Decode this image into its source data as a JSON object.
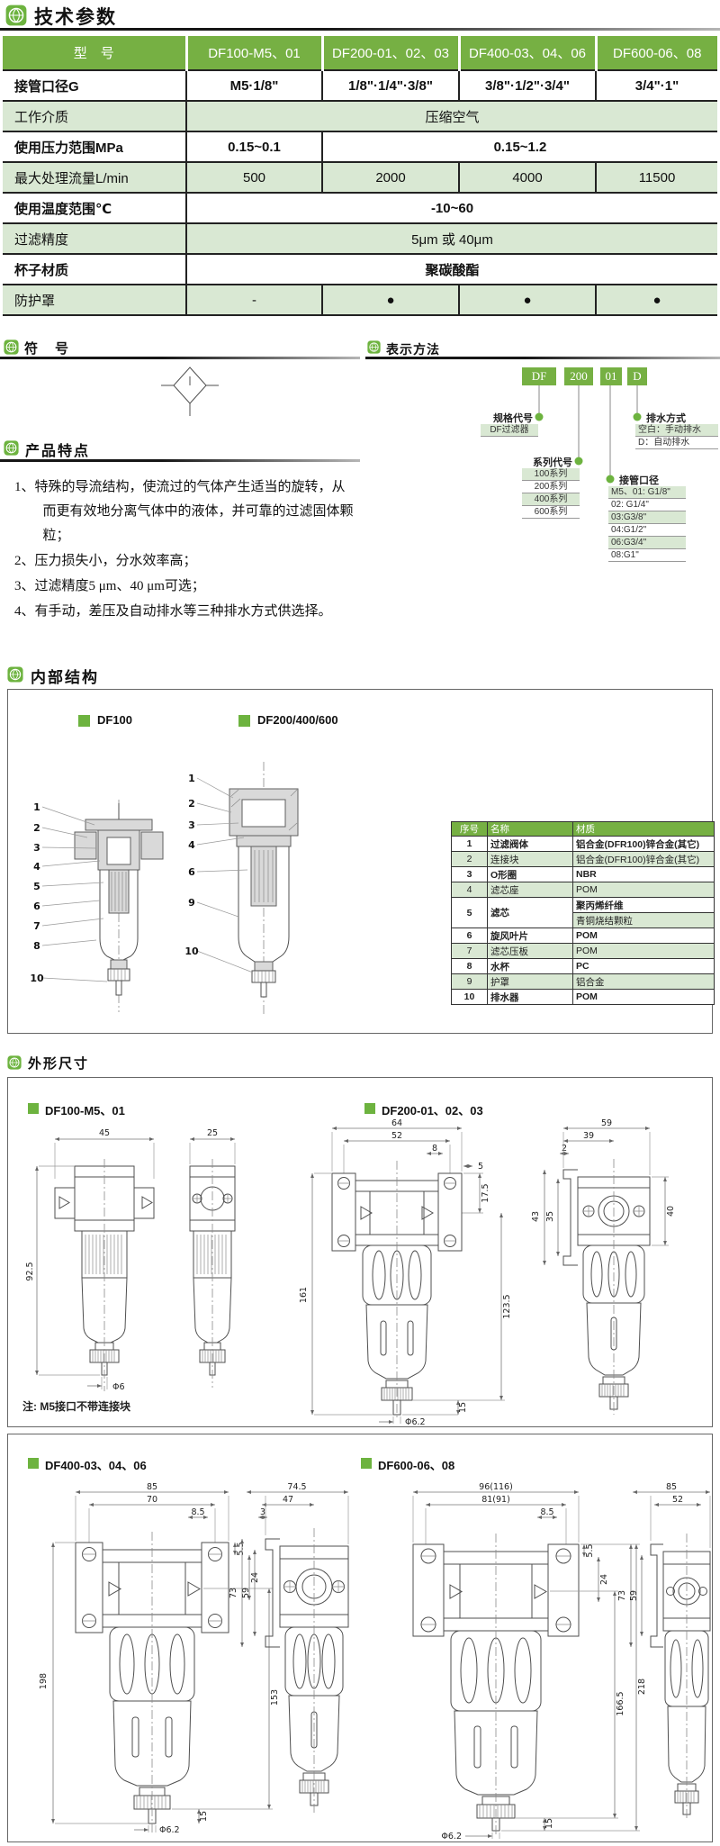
{
  "headers": {
    "tech": "技术参数",
    "symbol": "符　号",
    "ordering": "表示方法",
    "features": "产品特点",
    "internal": "内部结构",
    "dimensions": "外形尺寸"
  },
  "spec_table": {
    "header": [
      "型　号",
      "DF100-M5、01",
      "DF200-01、02、03",
      "DF400-03、04、06",
      "DF600-06、08"
    ],
    "rows": [
      {
        "label": "接管口径G",
        "cells": [
          "M5·1/8\"",
          "1/8\"·1/4\"·3/8\"",
          "3/8\"·1/2\"·3/4\"",
          "3/4\"·1\""
        ]
      },
      {
        "label": "工作介质",
        "span": "压缩空气"
      },
      {
        "label": "使用压力范围MPa",
        "first": "0.15~0.1",
        "rest": "0.15~1.2"
      },
      {
        "label": "最大处理流量L/min",
        "cells": [
          "500",
          "2000",
          "4000",
          "11500"
        ]
      },
      {
        "label": "使用温度范围℃",
        "span": "-10~60"
      },
      {
        "label": "过滤精度",
        "span": "5μm 或 40μm"
      },
      {
        "label": "杯子材质",
        "span": "聚碳酸酯"
      },
      {
        "label": "防护罩",
        "cells": [
          "-",
          "●",
          "●",
          "●"
        ]
      }
    ]
  },
  "ordering": {
    "codes": [
      "DF",
      "200",
      "01",
      "D"
    ],
    "spec_label": "规格代号",
    "spec_item": "DF过滤器",
    "series_label": "系列代号",
    "series_items": [
      "100系列",
      "200系列",
      "400系列",
      "600系列"
    ],
    "port_label": "接管口径",
    "port_items": [
      "M5、01: G1/8\"",
      "02: G1/4\"",
      "03:G3/8\"",
      "04:G1/2\"",
      "06:G3/4\"",
      "08:G1\""
    ],
    "drain_label": "排水方式",
    "drain_items": [
      "空白：手动排水",
      "D：自动排水"
    ]
  },
  "features": {
    "items": [
      "1、特殊的导流结构，使流过的气体产生适当的旋转，从而更有效地分离气体中的液体，并可靠的过滤固体颗粒；",
      "2、压力损失小，分水效率高；",
      "3、过滤精度5 μm、40 μm可选；",
      "4、有手动，差压及自动排水等三种排水方式供选择。"
    ]
  },
  "internal": {
    "df100_label": "DF100",
    "df200_label": "DF200/400/600",
    "df100_callouts": [
      "1",
      "2",
      "3",
      "4",
      "5",
      "6",
      "7",
      "8",
      "10"
    ],
    "df200_callouts": [
      "1",
      "2",
      "3",
      "4",
      "6",
      "9",
      "10"
    ],
    "parts": {
      "header": [
        "序号",
        "名称",
        "材质"
      ],
      "rows": [
        {
          "no": "1",
          "name": "过滤阀体",
          "mat": "铝合金(DFR100)锌合金(其它)"
        },
        {
          "no": "2",
          "name": "连接块",
          "mat": "铝合金(DFR100)锌合金(其它)"
        },
        {
          "no": "3",
          "name": "O形圈",
          "mat": "NBR"
        },
        {
          "no": "4",
          "name": "滤芯座",
          "mat": "POM"
        },
        {
          "no": "5",
          "name": "滤芯",
          "mat": "聚丙烯纤维",
          "mat2": "青铜烧结颗粒"
        },
        {
          "no": "6",
          "name": "旋风叶片",
          "mat": "POM"
        },
        {
          "no": "7",
          "name": "滤芯压板",
          "mat": "POM"
        },
        {
          "no": "8",
          "name": "水杯",
          "mat": "PC"
        },
        {
          "no": "9",
          "name": "护罩",
          "mat": "铝合金"
        },
        {
          "no": "10",
          "name": "排水器",
          "mat": "POM"
        }
      ]
    }
  },
  "dims": {
    "note": "注: M5接口不带连接块",
    "df100": {
      "label": "DF100-M5、01",
      "front_w": "45",
      "side_w": "25",
      "h": "92.5",
      "drain": "Φ6"
    },
    "df200": {
      "label": "DF200-01、02、03",
      "w1": "64",
      "w2": "52",
      "w3": "8",
      "g1": "5",
      "g2": "17.5",
      "h1": "161",
      "h2": "123.5",
      "b1": "15",
      "drain": "Φ6.2",
      "sw1": "59",
      "sw2": "39",
      "sw3": "2",
      "sh1": "43",
      "sh2": "35",
      "sh3": "40"
    },
    "df400": {
      "label": "DF400-03、04、06",
      "w1": "85",
      "w2": "70",
      "w3": "8.5",
      "g1": "5.5",
      "g2": "24",
      "h1": "198",
      "h2": "153",
      "b1": "15",
      "drain": "Φ6.2",
      "sw1": "74.5",
      "sw2": "47",
      "sw3": "3",
      "sh1": "73",
      "sh2": "59"
    },
    "df600": {
      "label": "DF600-06、08",
      "w1": "96(116)",
      "w2": "81(91)",
      "w3": "8.5",
      "g1": "5.5",
      "g2": "24",
      "h1": "218",
      "h2": "166.5",
      "b1": "15",
      "drain": "Φ6.2",
      "sw1": "85",
      "sw2": "52",
      "sh1": "73",
      "sh2": "59"
    }
  }
}
